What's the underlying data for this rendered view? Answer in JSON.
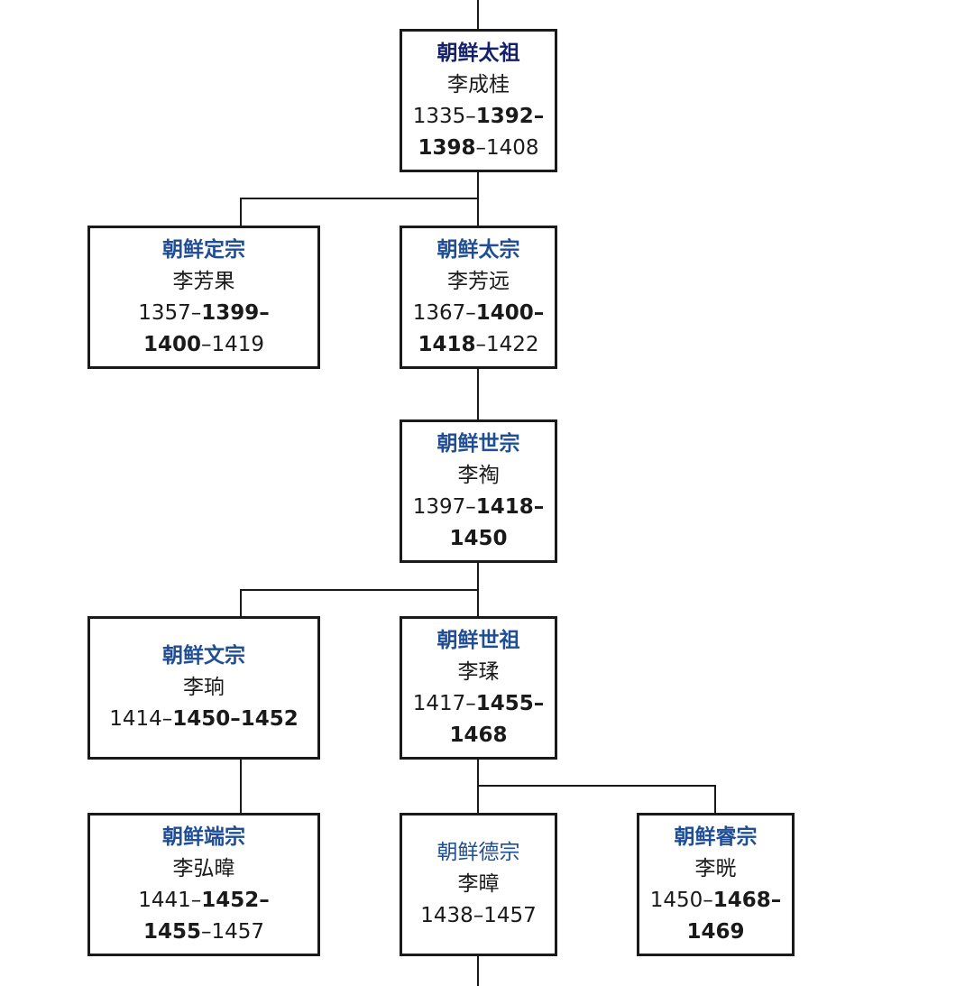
{
  "colors": {
    "title_blue": "#1f4e96",
    "title_dark": "#14206a",
    "text": "#1a1a1a",
    "border": "#1a1a1a"
  },
  "nodes": [
    {
      "id": "taejo",
      "title": "朝鲜太祖",
      "name": "李成桂",
      "birth": "1335",
      "reign_start": "1392",
      "reign_end": "1398",
      "death": "1408"
    },
    {
      "id": "jeongjong",
      "title": "朝鲜定宗",
      "name": "李芳果",
      "birth": "1357",
      "reign_start": "1399",
      "reign_end": "1400",
      "death": "1419"
    },
    {
      "id": "taejong",
      "title": "朝鲜太宗",
      "name": "李芳远",
      "birth": "1367",
      "reign_start": "1400",
      "reign_end": "1418",
      "death": "1422"
    },
    {
      "id": "sejong",
      "title": "朝鲜世宗",
      "name": "李祹",
      "birth": "1397",
      "reign_start": "1418",
      "reign_end": "1450",
      "death": ""
    },
    {
      "id": "munjong",
      "title": "朝鲜文宗",
      "name": "李珦",
      "birth": "1414",
      "reign_start": "1450",
      "reign_end": "1452",
      "death": ""
    },
    {
      "id": "sejo",
      "title": "朝鲜世祖",
      "name": "李瑈",
      "birth": "1417",
      "reign_start": "1455",
      "reign_end": "1468",
      "death": ""
    },
    {
      "id": "danjong",
      "title": "朝鲜端宗",
      "name": "李弘暐",
      "birth": "1441",
      "reign_start": "1452",
      "reign_end": "1455",
      "death": "1457"
    },
    {
      "id": "deokjong",
      "title": "朝鲜德宗",
      "name": "李暲",
      "birth": "1438",
      "reign_start": "",
      "reign_end": "",
      "death": "1457"
    },
    {
      "id": "yejong",
      "title": "朝鲜睿宗",
      "name": "李晄",
      "birth": "1450",
      "reign_start": "1468",
      "reign_end": "1469",
      "death": ""
    }
  ],
  "edges": [
    {
      "from": "taejo",
      "to": "jeongjong"
    },
    {
      "from": "taejo",
      "to": "taejong"
    },
    {
      "from": "taejong",
      "to": "sejong"
    },
    {
      "from": "sejong",
      "to": "munjong"
    },
    {
      "from": "sejong",
      "to": "sejo"
    },
    {
      "from": "munjong",
      "to": "danjong"
    },
    {
      "from": "sejo",
      "to": "deokjong"
    },
    {
      "from": "sejo",
      "to": "yejong"
    }
  ]
}
